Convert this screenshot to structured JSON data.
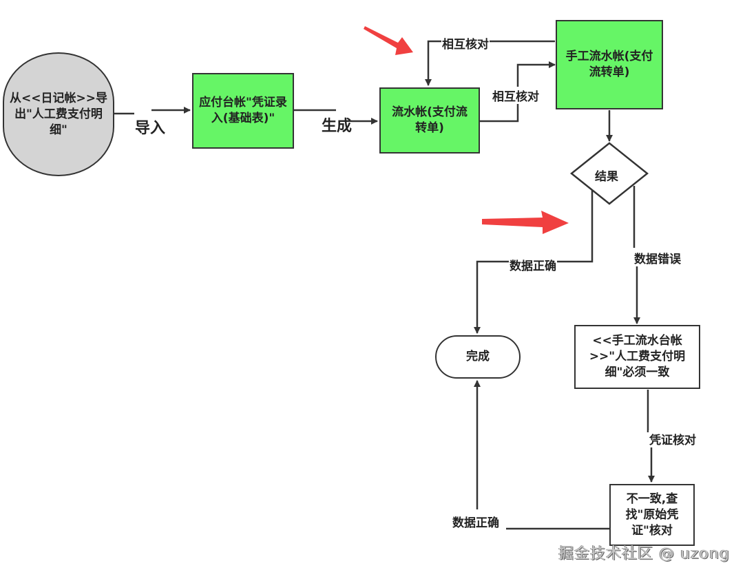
{
  "nodes": {
    "source": "从<<日记帐>>导出\"人工费支付明细\"",
    "payable": "应付台帐\"凭证录入(基础表)\"",
    "ledger": "流水帐(支付流转单)",
    "manual": "手工流水帐(支付流转单)",
    "decision": "结果",
    "done": "完成",
    "consistency": "<<手工流水台帐>>\"人工费支付明细\"必须一致",
    "voucher": "不一致,查找\"原始凭证\"核对"
  },
  "edges": {
    "import": "导入",
    "generate": "生成",
    "cross_check_top": "相互核对",
    "cross_check_mid": "相互核对",
    "data_correct": "数据正确",
    "data_error": "数据错误",
    "voucher_check": "凭证核对",
    "data_correct_bottom": "数据正确"
  },
  "annotations": {
    "arrow_color": "#f04040"
  },
  "watermark": "掘金技术社区 @ uzong"
}
